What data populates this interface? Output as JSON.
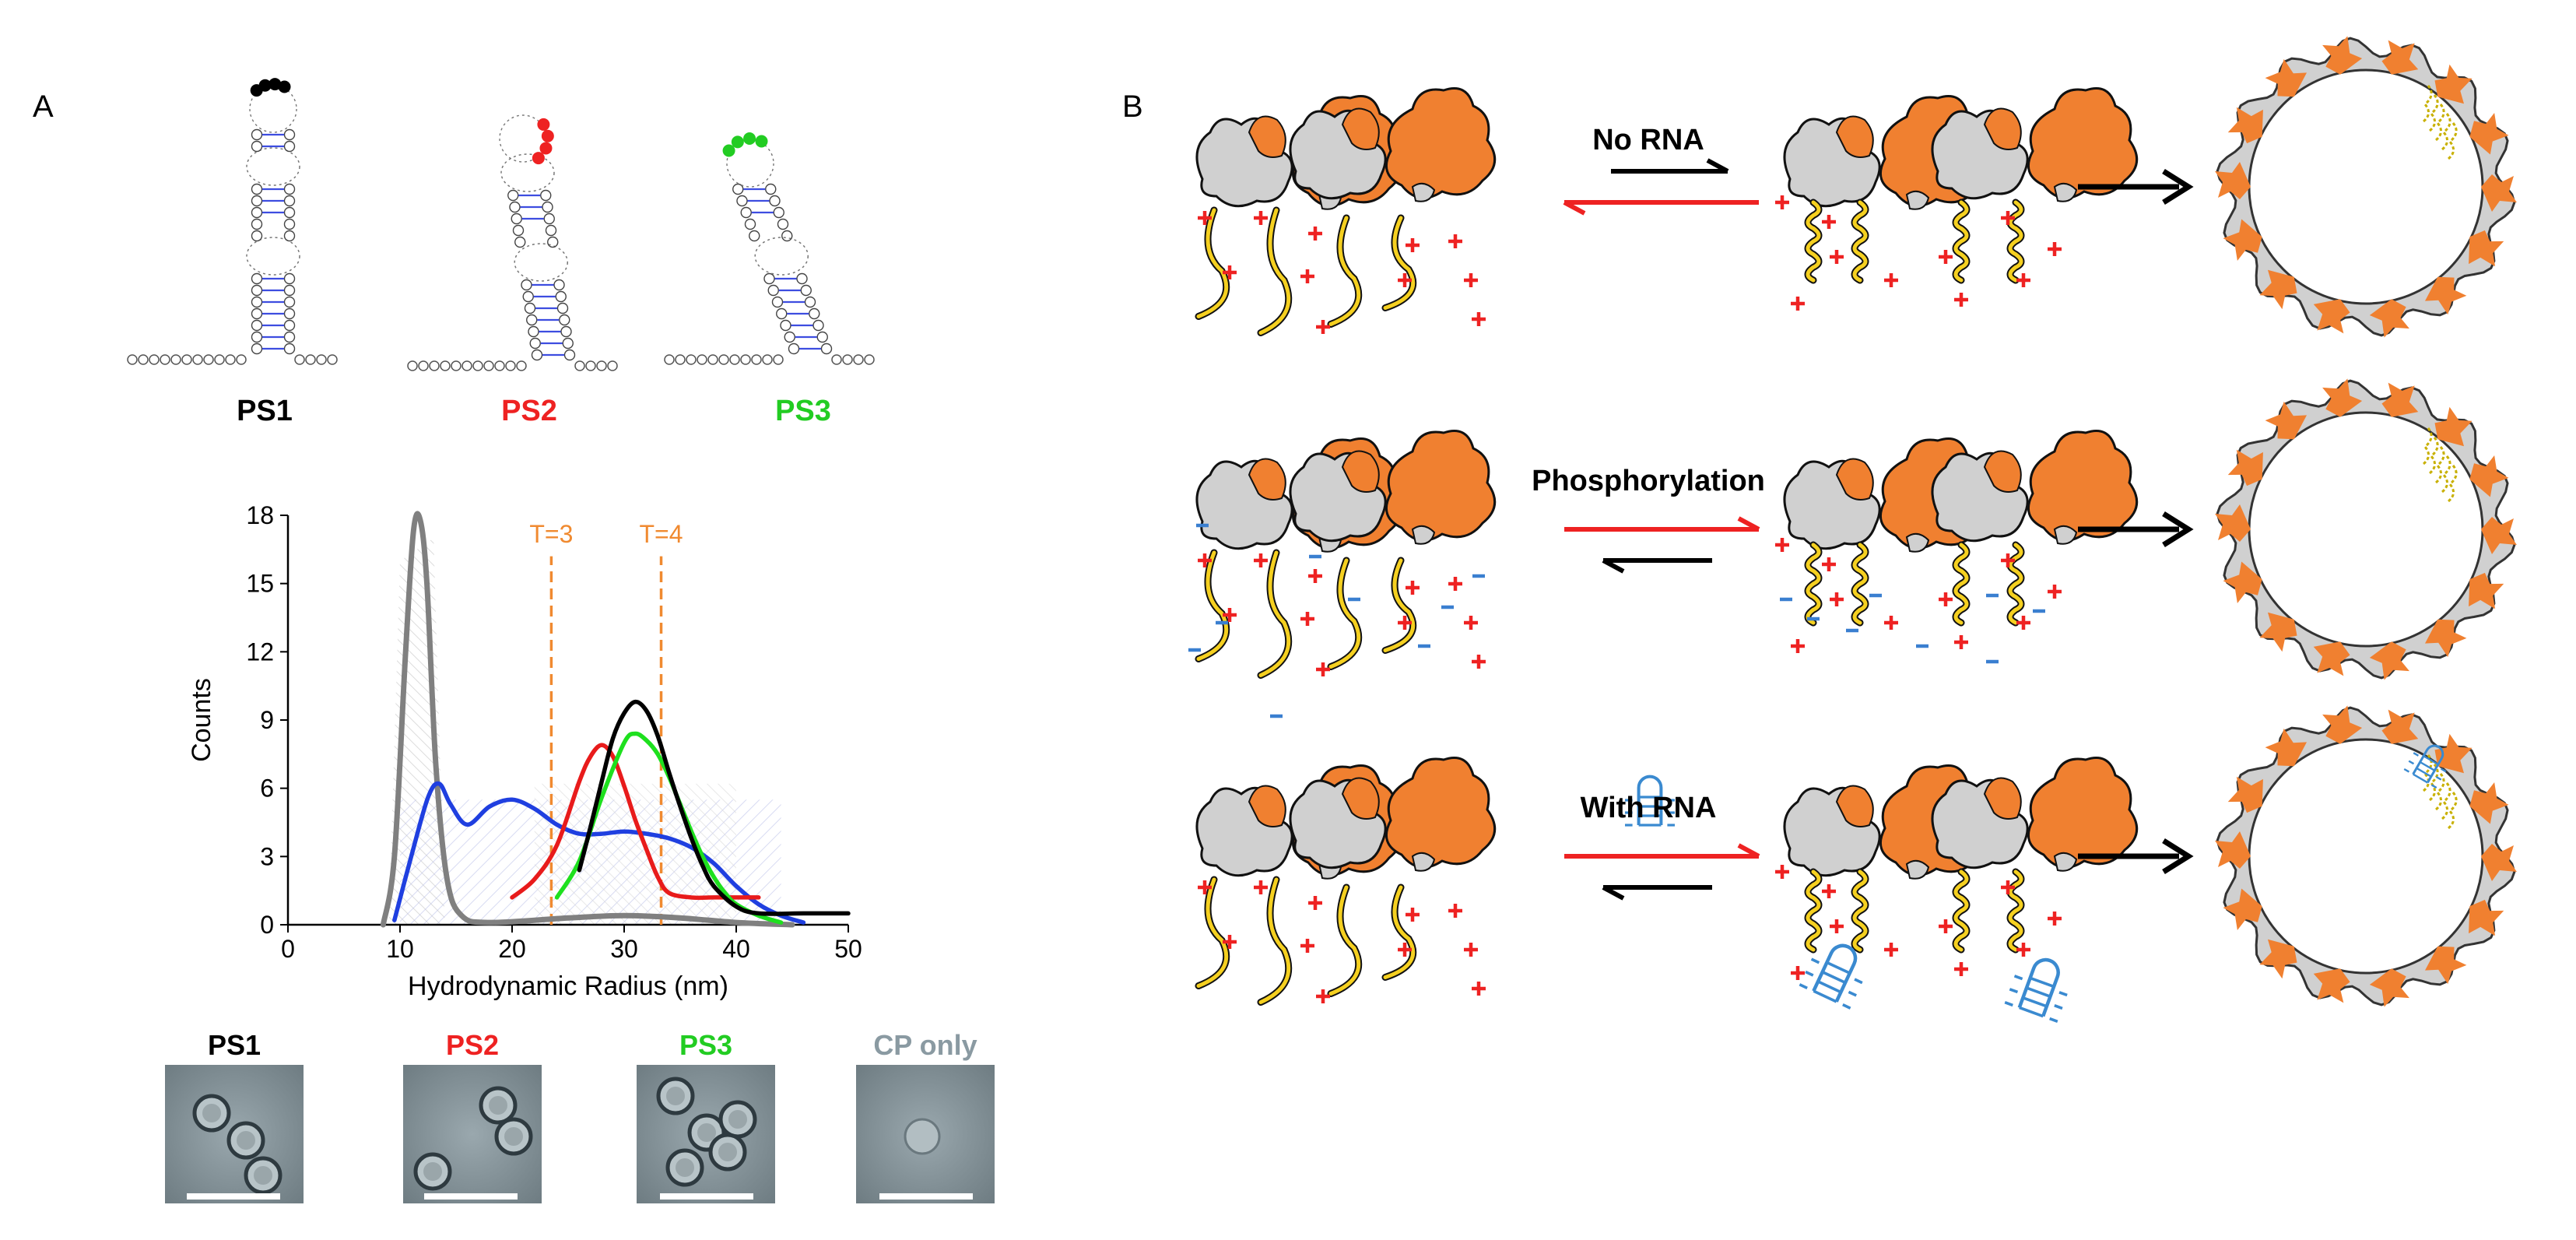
{
  "panel_a": {
    "label": "A",
    "rna_structures": [
      {
        "label": "PS1",
        "color": "#000000"
      },
      {
        "label": "PS2",
        "color": "#ee2222"
      },
      {
        "label": "PS3",
        "color": "#22cc22"
      }
    ],
    "em_images": [
      {
        "label": "PS1",
        "color": "#000000"
      },
      {
        "label": "PS2",
        "color": "#ee2222"
      },
      {
        "label": "PS3",
        "color": "#22cc22"
      },
      {
        "label": "CP only",
        "color": "#8a9aa2"
      }
    ]
  },
  "panel_b": {
    "label": "B",
    "rows": [
      {
        "arrow_label": "No RNA",
        "forward_color": "#000000",
        "reverse_color": "#ee2222"
      },
      {
        "arrow_label": "Phosphorylation",
        "forward_color": "#ee2222",
        "reverse_color": "#000000"
      },
      {
        "arrow_label": "With RNA",
        "forward_color": "#ee2222",
        "reverse_color": "#000000"
      }
    ],
    "colors": {
      "protein_orange": "#f08030",
      "protein_gray": "#d0d0d0",
      "tail": "#f5d020",
      "rna": "#3a8ad0",
      "positive_charge": "#ee2222",
      "negative_charge": "#3a7fd0"
    }
  },
  "chart_data": {
    "type": "line",
    "title": "",
    "xlabel": "Hydrodynamic Radius (nm)",
    "ylabel": "Counts",
    "xlim": [
      0,
      50
    ],
    "ylim": [
      0,
      18
    ],
    "xticks": [
      "0",
      "10",
      "20",
      "30",
      "40",
      "50"
    ],
    "yticks": [
      "0",
      "3",
      "6",
      "9",
      "12",
      "15",
      "18"
    ],
    "reference_lines": [
      {
        "label": "T=3",
        "x": 23.5,
        "color": "#f08a30"
      },
      {
        "label": "T=4",
        "x": 33.3,
        "color": "#f08a30"
      }
    ],
    "series": [
      {
        "color": "#808080",
        "x": [
          8.5,
          9.5,
          10.5,
          11.2,
          11.8,
          12.4,
          13.2,
          14.2,
          15.5,
          18,
          25,
          30,
          35,
          40,
          45
        ],
        "y": [
          0,
          3,
          12,
          17.3,
          17.8,
          15,
          7,
          2,
          0.4,
          0.1,
          0.3,
          0.4,
          0.3,
          0.1,
          0
        ]
      },
      {
        "color": "#1f3fe0",
        "x": [
          9.5,
          11,
          12.5,
          13.5,
          14.5,
          16,
          18,
          20,
          22,
          24,
          26,
          28,
          30,
          32,
          34,
          36,
          38,
          40,
          42,
          44,
          46
        ],
        "y": [
          0.2,
          3,
          5.6,
          6.2,
          5.3,
          4.4,
          5.2,
          5.5,
          5.1,
          4.4,
          4,
          4,
          4.1,
          4,
          3.8,
          3.4,
          2.7,
          1.7,
          0.9,
          0.4,
          0.1
        ]
      },
      {
        "color": "#e81b1b",
        "x": [
          20,
          22,
          24,
          26,
          27,
          28,
          29,
          30,
          31,
          32,
          33,
          34,
          36,
          38,
          40,
          42
        ],
        "y": [
          1.2,
          2,
          3.5,
          6.3,
          7.4,
          7.9,
          7.4,
          6.1,
          4.6,
          3.3,
          2.1,
          1.4,
          1.2,
          1.2,
          1.2,
          1.2
        ]
      },
      {
        "color": "#1ee01e",
        "x": [
          24,
          26,
          28,
          30,
          31,
          32,
          33,
          34,
          35,
          36,
          37,
          38,
          39,
          40,
          42,
          44
        ],
        "y": [
          1.2,
          2.8,
          5.6,
          8,
          8.4,
          8.1,
          7.5,
          6.5,
          5.3,
          4.1,
          3,
          2.1,
          1.4,
          0.9,
          0.4,
          0.1
        ]
      },
      {
        "color": "#000000",
        "x": [
          26,
          27,
          28,
          29,
          30,
          31,
          32,
          33,
          34,
          35,
          36,
          37,
          38,
          40,
          42,
          46,
          50
        ],
        "y": [
          2.4,
          4.3,
          6.3,
          8.2,
          9.3,
          9.8,
          9.4,
          8.3,
          6.7,
          5.2,
          3.8,
          2.6,
          1.7,
          0.8,
          0.5,
          0.5,
          0.5
        ]
      }
    ]
  }
}
